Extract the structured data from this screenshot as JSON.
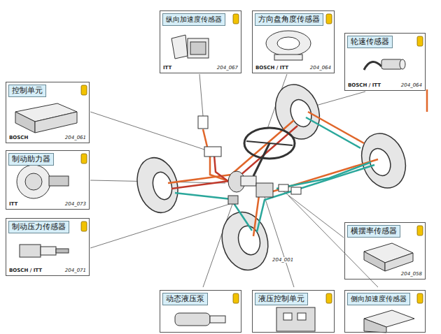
{
  "diagram": {
    "nodes": [
      {
        "text": [
          "纵向加速度传感器",
          "ITT",
          "204_067"
        ]
      },
      {
        "text": [
          "方向盘角度传感器",
          "BOSCH / ITT",
          "204_064"
        ]
      },
      {
        "text": [
          "轮速传感器",
          "BOSCH / ITT",
          "204_064"
        ]
      },
      {
        "text": [
          "控制单元",
          "BOSCH",
          "204_061"
        ]
      },
      {
        "text": [
          "制动助力器",
          "ITT",
          "204_073"
        ]
      },
      {
        "text": [
          "制动压力传感器",
          "BOSCH / ITT",
          "204_071"
        ]
      },
      {
        "text": [
          "横摆率传感器",
          "204_058"
        ]
      },
      {
        "text": [
          "动态液压泵"
        ]
      },
      {
        "text": [
          "液压控制单元"
        ]
      },
      {
        "text": [
          "侧向加速度传感器"
        ]
      }
    ],
    "labels": [
      "204_001"
    ]
  }
}
